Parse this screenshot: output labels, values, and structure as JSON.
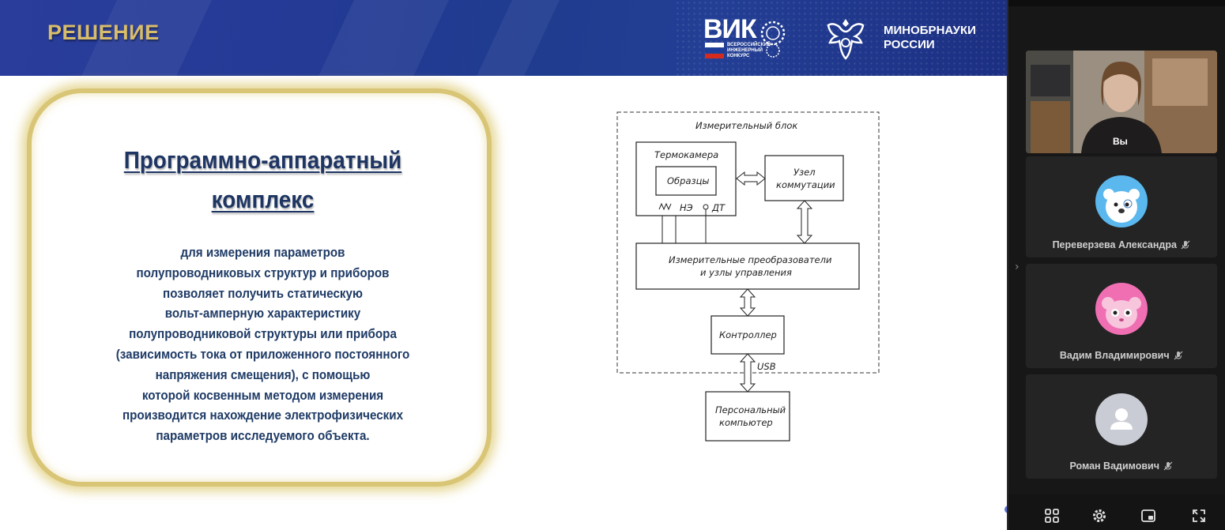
{
  "slide": {
    "header_title": "РЕШЕНИЕ",
    "vik_logo": {
      "word": "ВИК",
      "subtitle_lines": [
        "ВСЕРОССИЙСКИЙ",
        "ИНЖЕНЕРНЫЙ",
        "КОНКУРС"
      ],
      "flag_colors": [
        "#ffffff",
        "#1c3e9a",
        "#d52b1e"
      ]
    },
    "ministry": {
      "name_line1": "МИНОБРНАУКИ",
      "name_line2": "РОССИИ"
    },
    "title_line1": "Программно-аппаратный",
    "title_line2": "комплекс",
    "description_lines": [
      "для измерения параметров",
      "полупроводниковых структур и приборов",
      "позволяет получить статическую",
      "вольт-амперную характеристику",
      "полупроводниковой структуры или прибора",
      "(зависимость тока от приложенного постоянного",
      "напряжения смещения), с помощью",
      "которой косвенным методом измерения",
      "производится нахождение электрофизических",
      "параметров исследуемого объекта."
    ],
    "diagram": {
      "outer_label": "Измерительный блок",
      "thermo_chamber": "Термокамера",
      "samples": "Образцы",
      "heater_label": "НЭ",
      "sensor_label": "ДТ",
      "switch_node_line1": "Узел",
      "switch_node_line2": "коммутации",
      "converters_line1": "Измерительные преобразователи",
      "converters_line2": "и узлы управления",
      "controller": "Контроллер",
      "usb": "USB",
      "pc_line1": "Персональный",
      "pc_line2": "компьютер"
    },
    "colors": {
      "header_blue": "#243a95",
      "title_gold": "#d8bd6b",
      "box_border": "#d9c576",
      "text_navy": "#1f3b66"
    }
  },
  "sidebar": {
    "self_label": "Вы",
    "participants": [
      {
        "name": "Переверзева Александра",
        "avatar": "polar-bear-avatar",
        "avatar_bg": "#5ab8ee",
        "mic": "mic-off-icon"
      },
      {
        "name": "Вадим Владимирович",
        "avatar": "lemur-avatar",
        "avatar_bg": "#f06fb3",
        "mic": "mic-off-icon"
      },
      {
        "name": "Роман Вадимович",
        "avatar": "default-user-avatar",
        "avatar_bg": "#c9ccd4",
        "mic": "mic-off-icon"
      }
    ],
    "bottom_icons": [
      "grid-icon",
      "gear-icon",
      "picture-in-picture-icon",
      "fullscreen-icon"
    ]
  }
}
